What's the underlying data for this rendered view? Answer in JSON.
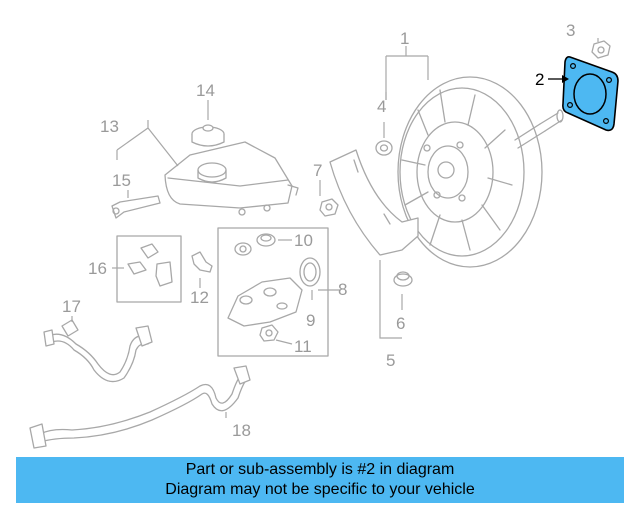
{
  "diagram": {
    "callouts": [
      "1",
      "2",
      "3",
      "4",
      "5",
      "6",
      "7",
      "8",
      "9",
      "10",
      "11",
      "12",
      "13",
      "14",
      "15",
      "16",
      "17",
      "18"
    ],
    "highlight_color": "#4db8f2",
    "highlighted_part": "2"
  },
  "banner": {
    "line1": "Part or sub-assembly is #2 in diagram",
    "line2": "Diagram may not be specific to your vehicle",
    "color": "#4db8f2"
  }
}
